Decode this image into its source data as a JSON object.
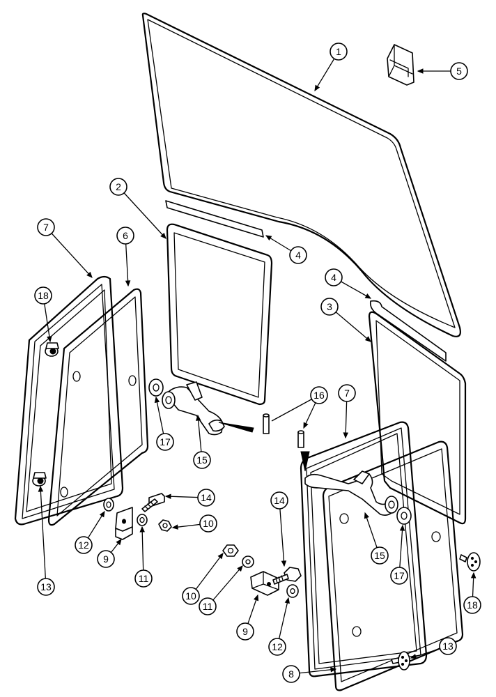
{
  "callouts": [
    {
      "label": "1"
    },
    {
      "label": "2"
    },
    {
      "label": "3"
    },
    {
      "label": "4"
    },
    {
      "label": "4"
    },
    {
      "label": "5"
    },
    {
      "label": "6"
    },
    {
      "label": "7"
    },
    {
      "label": "7"
    },
    {
      "label": "8"
    },
    {
      "label": "9"
    },
    {
      "label": "9"
    },
    {
      "label": "10"
    },
    {
      "label": "10"
    },
    {
      "label": "11"
    },
    {
      "label": "11"
    },
    {
      "label": "12"
    },
    {
      "label": "12"
    },
    {
      "label": "13"
    },
    {
      "label": "13"
    },
    {
      "label": "14"
    },
    {
      "label": "14"
    },
    {
      "label": "15"
    },
    {
      "label": "15"
    },
    {
      "label": "16"
    },
    {
      "label": "17"
    },
    {
      "label": "17"
    },
    {
      "label": "18"
    },
    {
      "label": "18"
    }
  ],
  "colors": {
    "ink": "#000000",
    "paper": "#ffffff"
  }
}
